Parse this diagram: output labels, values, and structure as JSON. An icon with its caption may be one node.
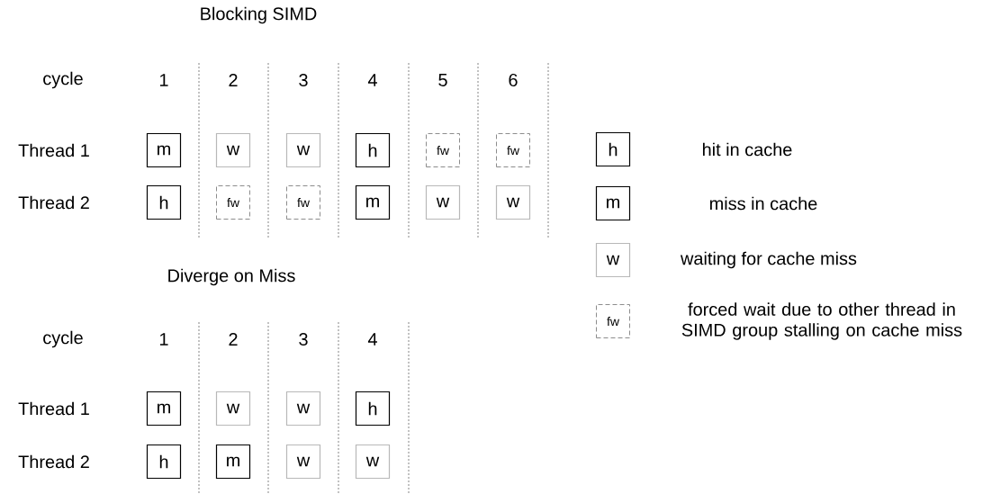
{
  "diagram": {
    "nodes": [
      {
        "text": [
          "m"
        ]
      },
      {
        "text": [
          "w"
        ]
      },
      {
        "text": [
          "w"
        ]
      },
      {
        "text": [
          "h"
        ]
      },
      {
        "text": [
          "fw"
        ]
      },
      {
        "text": [
          "fw"
        ]
      },
      {
        "text": [
          "h"
        ]
      },
      {
        "text": [
          "fw"
        ]
      },
      {
        "text": [
          "fw"
        ]
      },
      {
        "text": [
          "m"
        ]
      },
      {
        "text": [
          "w"
        ]
      },
      {
        "text": [
          "w"
        ]
      },
      {
        "text": [
          "m"
        ]
      },
      {
        "text": [
          "w"
        ]
      },
      {
        "text": [
          "w"
        ]
      },
      {
        "text": [
          "h"
        ]
      },
      {
        "text": [
          "h"
        ]
      },
      {
        "text": [
          "m"
        ]
      },
      {
        "text": [
          "w"
        ]
      },
      {
        "text": [
          "w"
        ]
      },
      {
        "text": [
          "h"
        ]
      },
      {
        "text": [
          "m"
        ]
      },
      {
        "text": [
          "w"
        ]
      },
      {
        "text": [
          "fw"
        ]
      }
    ],
    "edges": [],
    "labels": [
      "Blocking SIMD",
      "cycle",
      "1",
      "2",
      "3",
      "4",
      "5",
      "6",
      "Thread 1",
      "Thread 2",
      "Diverge on Miss",
      "cycle",
      "1",
      "2",
      "3",
      "4",
      "Thread 1",
      "Thread 2"
    ],
    "legend": [
      {
        "text": "hit in cache"
      },
      {
        "text": "miss in cache"
      },
      {
        "text": "waiting for cache miss"
      },
      {
        "text": "forced wait due to other thread in SIMD group stalling on cache miss"
      }
    ]
  }
}
